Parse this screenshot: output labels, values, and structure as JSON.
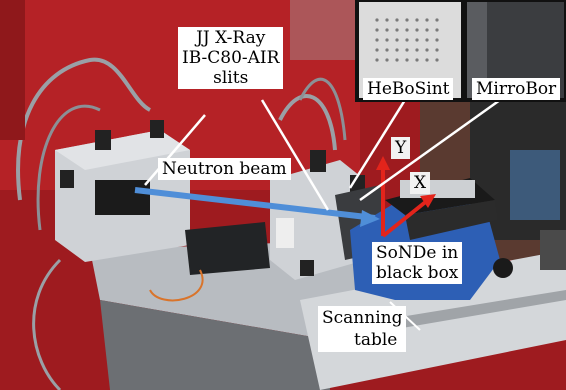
{
  "labels": {
    "slits": {
      "lines": [
        "JJ X-Ray",
        "IB-C80-AIR",
        "slits"
      ]
    },
    "hebosint": "HeBoSint",
    "mirrobor": "MirroBor",
    "neutron_beam": "Neutron beam",
    "sonde": {
      "lines": [
        "SoNDe in",
        "black box"
      ]
    },
    "scanning_table": "Scanning table"
  },
  "axes": {
    "y": "Y",
    "x": "X"
  },
  "colors": {
    "wall_red": "#b01e22",
    "metal": "#c9ccd0",
    "detector_blue": "#2d5fb5",
    "beam_arrow": "#4f8ed8",
    "axis_arrow": "#e3241b"
  }
}
